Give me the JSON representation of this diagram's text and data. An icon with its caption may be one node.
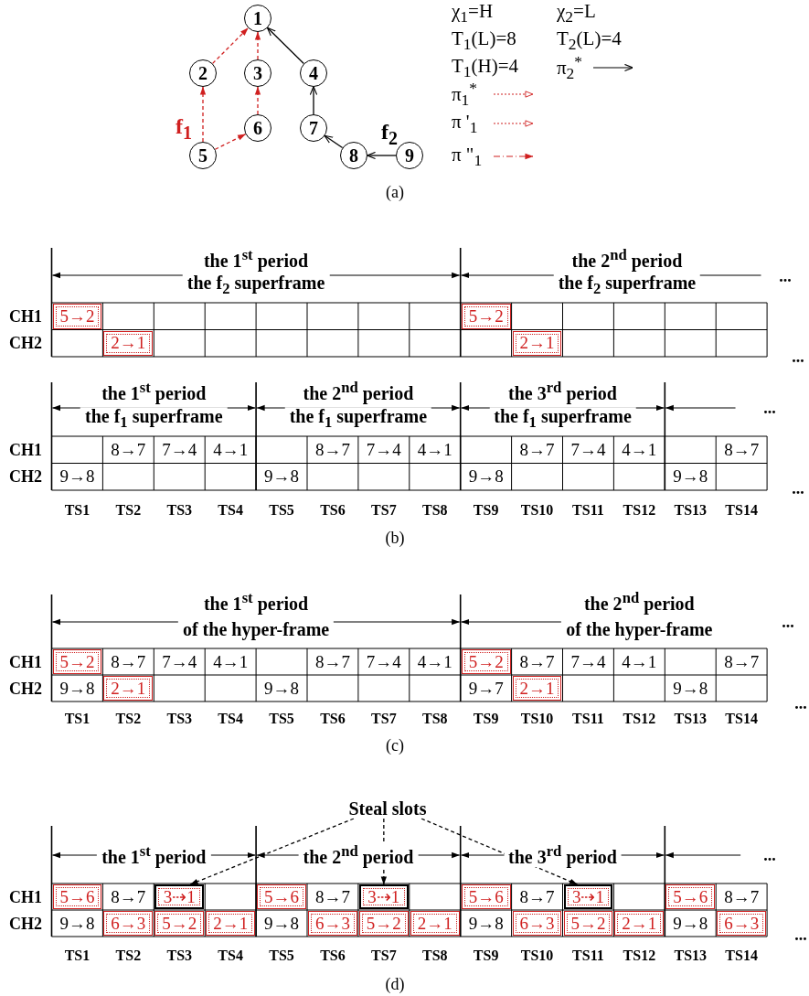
{
  "diagram": {
    "nodes": [
      {
        "text": [
          "1"
        ]
      },
      {
        "text": [
          "2"
        ]
      },
      {
        "text": [
          "3"
        ]
      },
      {
        "text": [
          "4"
        ]
      },
      {
        "text": [
          "5"
        ],
        "beside": [
          "f$_{1}$"
        ]
      },
      {
        "text": [
          "6"
        ]
      },
      {
        "text": [
          "7"
        ]
      },
      {
        "text": [
          "8"
        ]
      },
      {
        "text": [
          "9"
        ],
        "beside": [
          "f$_{2}$"
        ]
      },
      {
        "text": [
          "Steal slots"
        ]
      },
      {
        "text": [
          "3⇢1"
        ]
      },
      {
        "text": [
          "3⇢1"
        ]
      },
      {
        "text": [
          "3⇢1"
        ]
      }
    ],
    "edges": [
      {
        "from": 1,
        "to": 0,
        "arrow": "to",
        "style": "dashed",
        "color": "#d02020"
      },
      {
        "from": 2,
        "to": 0,
        "arrow": "to",
        "style": "dashed",
        "color": "#d02020"
      },
      {
        "from": 3,
        "to": 0,
        "arrow": "to"
      },
      {
        "from": 4,
        "to": 1,
        "arrow": "to",
        "style": "dashed",
        "color": "#d02020"
      },
      {
        "from": 5,
        "to": 2,
        "arrow": "to",
        "style": "dashed",
        "color": "#d02020"
      },
      {
        "from": 6,
        "to": 3,
        "arrow": "to"
      },
      {
        "from": 4,
        "to": 5,
        "arrow": "to",
        "style": "dashed",
        "color": "#d02020"
      },
      {
        "from": 7,
        "to": 6,
        "arrow": "to"
      },
      {
        "from": 8,
        "to": 7,
        "arrow": "to"
      },
      {
        "from": 9,
        "to": 10,
        "arrow": "to",
        "style": "dashed"
      },
      {
        "from": 9,
        "to": 11,
        "arrow": "to",
        "style": "dashed"
      },
      {
        "from": 9,
        "to": 12,
        "arrow": "to",
        "style": "dashed"
      }
    ],
    "labels": [
      "χ$_{1}$=H",
      "χ$_{2}$=L",
      "T$_{1}$(L)=8",
      "T$_{2}$(L)=4",
      "T$_{1}$(H)=4",
      "(a)",
      "the 1$^{st}$ period",
      "the f$_{2}$ superframe",
      "the 2$^{nd}$ period",
      "the f$_{2}$ superframe",
      "...",
      "CH1",
      "5→2",
      "5→2",
      "CH2",
      "2→1",
      "2→1",
      "...",
      "the 1$^{st}$ period",
      "the f$_{1}$ superframe",
      "the 2$^{nd}$ period",
      "the f$_{1}$ superframe",
      "the 3$^{rd}$ period",
      "the f$_{1}$ superframe",
      "...",
      "CH1",
      "8→7",
      "7→4",
      "4→1",
      "8→7",
      "7→4",
      "4→1",
      "8→7",
      "7→4",
      "4→1",
      "8→7",
      "CH2",
      "9→8",
      "9→8",
      "9→8",
      "9→8",
      "...",
      "TS1",
      "TS2",
      "TS3",
      "TS4",
      "TS5",
      "TS6",
      "TS7",
      "TS8",
      "TS9",
      "TS10",
      "TS11",
      "TS12",
      "TS13",
      "TS14",
      "(b)",
      "the 1$^{st}$ period",
      "of the hyper-frame",
      "the 2$^{nd}$ period",
      "of the hyper-frame",
      "...",
      "CH1",
      "5→2",
      "8→7",
      "7→4",
      "4→1",
      "8→7",
      "7→4",
      "4→1",
      "5→2",
      "8→7",
      "7→4",
      "4→1",
      "8→7",
      "CH2",
      "9→8",
      "2→1",
      "9→8",
      "9→7",
      "2→1",
      "9→8",
      "...",
      "TS1",
      "TS2",
      "TS3",
      "TS4",
      "TS5",
      "TS6",
      "TS7",
      "TS8",
      "TS9",
      "TS10",
      "TS11",
      "TS12",
      "TS13",
      "TS14",
      "(c)",
      "the 1$^{st}$ period",
      "the 2$^{nd}$ period",
      "the 3$^{rd}$ period",
      "...",
      "CH1",
      "5→6",
      "8→7",
      "5→6",
      "8→7",
      "5→6",
      "8→7",
      "5→6",
      "8→7",
      "CH2",
      "9→8",
      "6→3",
      "5→2",
      "2→1",
      "9→8",
      "6→3",
      "5→2",
      "2→1",
      "9→8",
      "6→3",
      "5→2",
      "2→1",
      "9→8",
      "6→3",
      "...",
      "TS1",
      "TS2",
      "TS3",
      "TS4",
      "TS5",
      "TS6",
      "TS7",
      "TS8",
      "TS9",
      "TS10",
      "TS11",
      "TS12",
      "TS13",
      "TS14",
      "(d)"
    ],
    "legend": [
      {
        "text": "π$_{2}$$^{*}$"
      },
      {
        "text": "π$_{1}$$^{*}$"
      },
      {
        "text": "π '$_{1}$"
      },
      {
        "text": "π \"$_{1}$"
      }
    ]
  }
}
